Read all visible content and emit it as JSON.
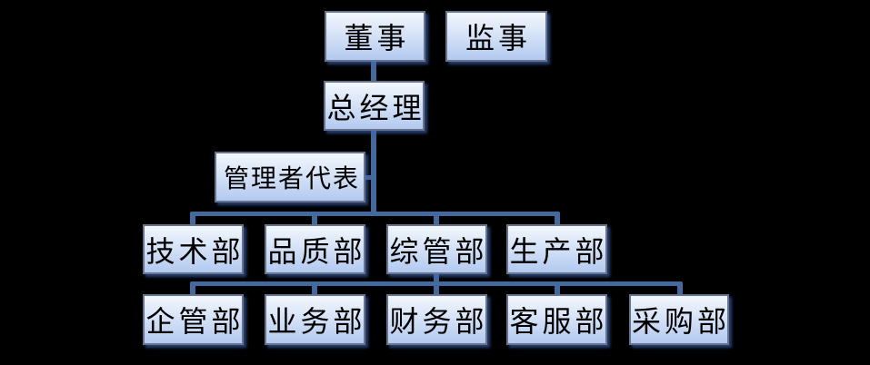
{
  "diagram": {
    "type": "org-chart",
    "colors": {
      "background": "#000000",
      "node_fill_top": "#f2f7fd",
      "node_fill_bottom": "#b2c9ef",
      "node_border": "#68748b",
      "connector": "#44699d",
      "text": "#000000"
    }
  },
  "nodes": {
    "director": {
      "label": "董事"
    },
    "supervisor": {
      "label": "监事"
    },
    "general_manager": {
      "label": "总经理"
    },
    "management_rep": {
      "label": "管理者代表"
    },
    "tech_dept": {
      "label": "技术部"
    },
    "quality_dept": {
      "label": "品质部"
    },
    "admin_dept": {
      "label": "综管部"
    },
    "production_dept": {
      "label": "生产部"
    },
    "enterprise_mgmt_dept": {
      "label": "企管部"
    },
    "business_dept": {
      "label": "业务部"
    },
    "finance_dept": {
      "label": "财务部"
    },
    "customer_service_dept": {
      "label": "客服部"
    },
    "purchasing_dept": {
      "label": "采购部"
    }
  },
  "edges": [
    {
      "from": "director",
      "to": "general_manager"
    },
    {
      "from": "general_manager",
      "to": "management_rep"
    },
    {
      "from": "general_manager",
      "to": "tech_dept"
    },
    {
      "from": "general_manager",
      "to": "quality_dept"
    },
    {
      "from": "general_manager",
      "to": "admin_dept"
    },
    {
      "from": "general_manager",
      "to": "production_dept"
    },
    {
      "from": "admin_dept",
      "to": "enterprise_mgmt_dept"
    },
    {
      "from": "admin_dept",
      "to": "business_dept"
    },
    {
      "from": "admin_dept",
      "to": "finance_dept"
    },
    {
      "from": "admin_dept",
      "to": "customer_service_dept"
    },
    {
      "from": "admin_dept",
      "to": "purchasing_dept"
    }
  ]
}
